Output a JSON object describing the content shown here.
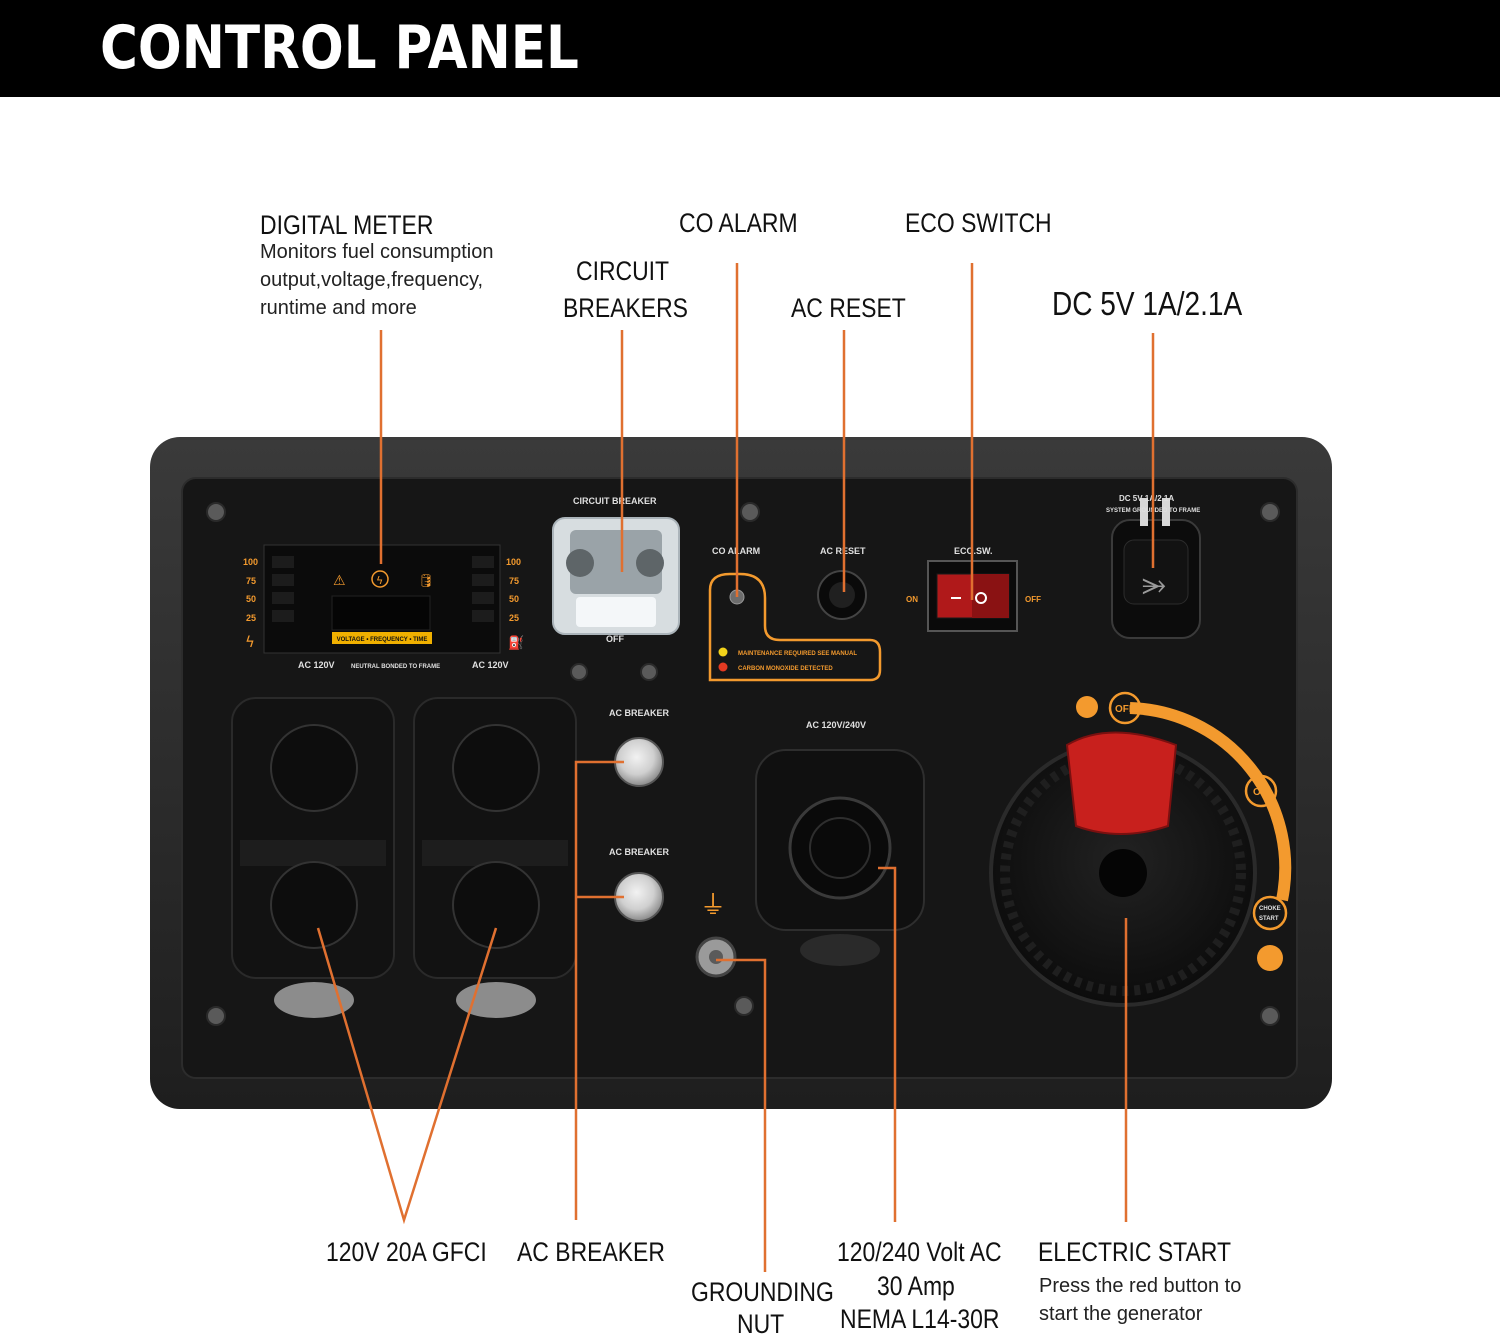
{
  "header": {
    "title": "CONTROL PANEL"
  },
  "callouts": {
    "digital_meter": {
      "title": "DIGITAL METER",
      "description": [
        "Monitors fuel consumption",
        "output,voltage,frequency,",
        "runtime and more"
      ]
    },
    "circuit_breakers": {
      "title_line1": "CIRCUIT",
      "title_line2": "BREAKERS"
    },
    "co_alarm": {
      "title": "CO ALARM"
    },
    "ac_reset": {
      "title": "AC RESET"
    },
    "eco_switch": {
      "title": "ECO SWITCH"
    },
    "dc_usb": {
      "title": "DC 5V 1A/2.1A"
    },
    "gfci": {
      "title": "120V 20A GFCI"
    },
    "ac_breaker": {
      "title": "AC BREAKER"
    },
    "grounding_nut": {
      "title_line1": "GROUNDING",
      "title_line2": "NUT"
    },
    "twist_lock": {
      "line1": "120/240 Volt AC",
      "line2": "30 Amp",
      "line3": "NEMA L14-30R"
    },
    "electric_start": {
      "title": "ELECTRIC START",
      "description": [
        "Press the red button to",
        "start the generator"
      ]
    }
  },
  "panel_labels": {
    "meter_scale_left": [
      "100",
      "75",
      "50",
      "25"
    ],
    "meter_scale_right": [
      "100",
      "75",
      "50",
      "25"
    ],
    "meter_strip": "VOLTAGE • FREQUENCY • TIME",
    "outlet_left": "AC 120V",
    "outlet_right": "AC 120V",
    "neutral_bonded": "NEUTRAL BONDED TO FRAME",
    "circuit_breaker": "CIRCUIT BREAKER",
    "breaker_off": "OFF",
    "co_alarm": "CO ALARM",
    "ac_reset": "AC RESET",
    "eco_sw": "ECO.SW.",
    "eco_on": "ON",
    "eco_off": "OFF",
    "dc_line1": "DC 5V 1A/2.1A",
    "dc_line2": "SYSTEM GROUNDED TO FRAME",
    "maintenance": "MAINTENANCE REQUIRED SEE MANUAL",
    "carbon_monoxide": "CARBON MONOXIDE DETECTED",
    "ac_breaker_1": "AC BREAKER",
    "ac_breaker_2": "AC BREAKER",
    "twist_lock": "AC 120V/240V",
    "dial_off": "OFF",
    "dial_on": "ON",
    "dial_choke": "CHOKE",
    "dial_start": "START"
  },
  "colors": {
    "leader_line": "#e07030",
    "panel": "#1a1a1a",
    "accent": "#f39a2e",
    "start_button": "#c8201d"
  }
}
